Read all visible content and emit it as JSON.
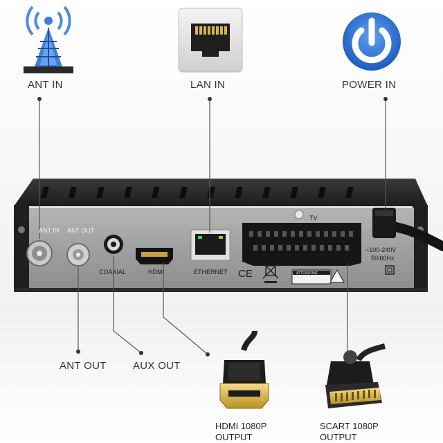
{
  "labels": {
    "ant_in": "ANT IN",
    "lan_in": "LAN IN",
    "power_in": "POWER IN",
    "ant_out": "ANT OUT",
    "aux_out": "AUX OUT",
    "hdmi_out_line1": "HDMI 1080P",
    "hdmi_out_line2": "OUTPUT",
    "scart_out_line1": "SCART 1080P",
    "scart_out_line2": "OUTPUT"
  },
  "panel": {
    "ant_in": "ANT IN",
    "ant_out": "ANT OUT",
    "coaxial": "COAXIAL",
    "hdmi": "HDMI",
    "ethernet": "ETHERNET",
    "tv": "TV",
    "voltage": "~100-240V",
    "frequency": "50/60Hz",
    "ce": "CE",
    "attention": "ATTENZIONE"
  },
  "icons": {
    "antenna": "antenna-tower-icon",
    "lan": "ethernet-port-icon",
    "power": "power-icon"
  },
  "colors": {
    "accent_blue": "#2a6fd6",
    "device_body": "#2b2b2b",
    "panel": "#9a9a9a"
  }
}
